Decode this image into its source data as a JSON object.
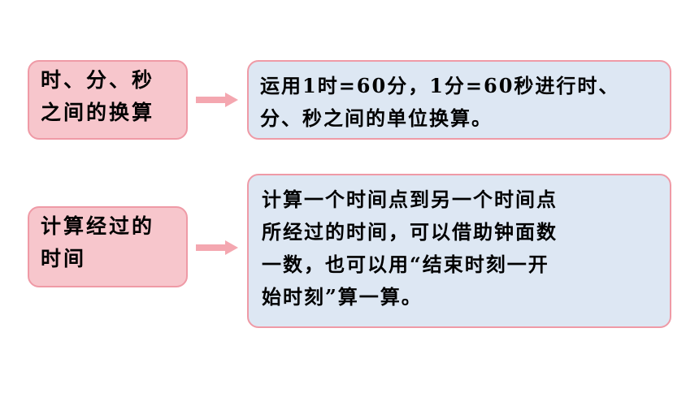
{
  "rows": [
    {
      "left_lines": [
        "时、分、秒",
        "之间的换算"
      ],
      "right_lines": [
        "运用1时=60分，1分=60秒进行时、",
        "分、秒之间的单位换算。"
      ]
    },
    {
      "left_lines": [
        "计算经过的",
        "时间"
      ],
      "right_lines": [
        "计算一个时间点到另一个时间点",
        "所经过的时间，可以借助钟面数",
        "一数，也可以用“结束时刻一开",
        "始时刻”算一算。"
      ]
    }
  ],
  "colors": {
    "left_fill": "#f7c6cc",
    "right_fill": "#dde7f3",
    "border": "#ef9aa6",
    "arrow": "#f4a7b0"
  },
  "icons": [
    "arrow-right-icon",
    "arrow-right-icon"
  ]
}
